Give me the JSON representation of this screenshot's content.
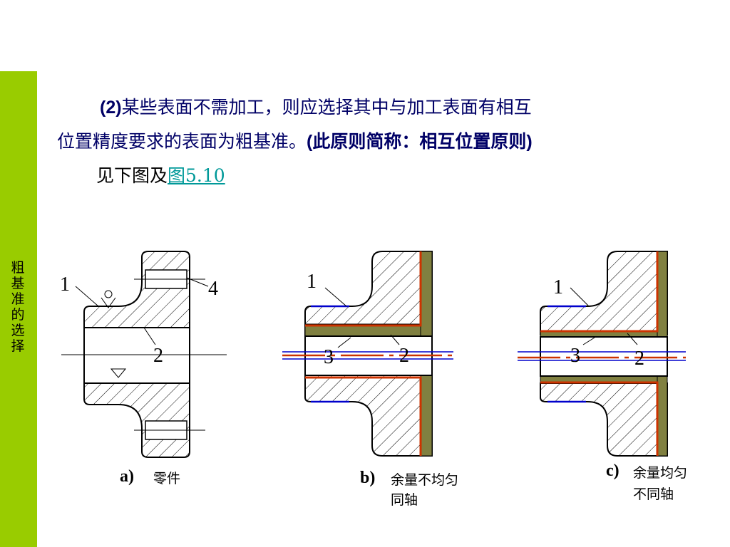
{
  "sidebar": {
    "label": "粗基准的选择"
  },
  "paragraph": {
    "l1_num": "(2)",
    "l1_text": "某些表面不需加工，则应选择其中与加工表面有相互",
    "l2_text": "位置精度要求的表面为粗基准。",
    "l2_bold": "(此原则简称：相互位置原则)",
    "l3_text": "见下图及",
    "l3_link": "图5.10"
  },
  "figures": {
    "a": {
      "letter": "a)",
      "caption": "零件",
      "labels": [
        "1",
        "2",
        "4"
      ]
    },
    "b": {
      "letter": "b)",
      "caption_1": "余量不均匀",
      "caption_2": "同轴",
      "labels": [
        "1",
        "3",
        "2"
      ]
    },
    "c": {
      "letter": "c)",
      "caption_1": "余量均匀",
      "caption_2": "不同轴",
      "labels": [
        "1",
        "3",
        "2"
      ]
    }
  },
  "colors": {
    "sidebar": "#99cc00",
    "text": "#000066",
    "link": "#009999",
    "allowance": "#808040",
    "red": "#cc3300",
    "blue": "#0000cc"
  }
}
